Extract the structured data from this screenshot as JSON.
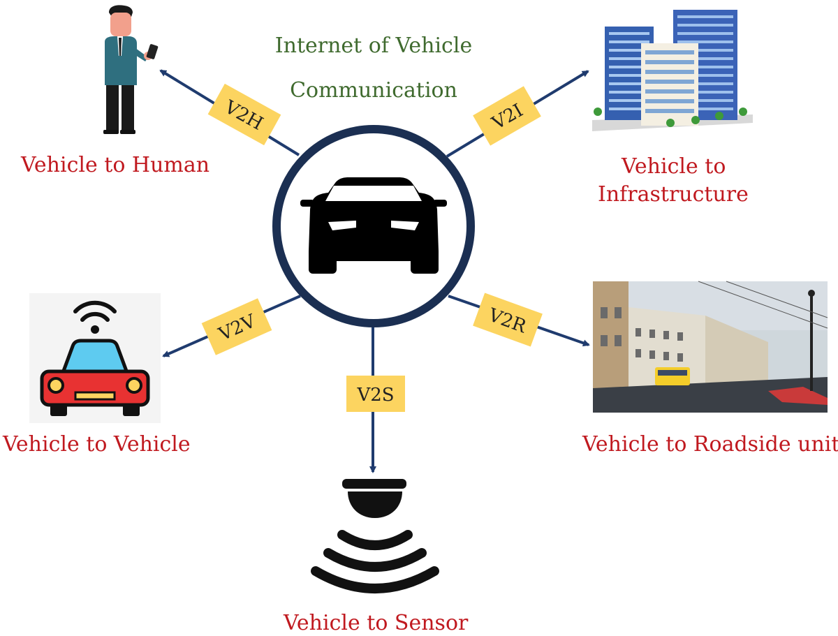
{
  "title": {
    "line1": "Internet of Vehicle",
    "line2": "Communication"
  },
  "links": [
    {
      "id": "v2h",
      "tag": "V2H",
      "caption": "Vehicle to Human",
      "icon": "human-phone-icon"
    },
    {
      "id": "v2i",
      "tag": "V2I",
      "caption_lines": [
        "Vehicle to",
        "Infrastructure"
      ],
      "icon": "buildings-icon"
    },
    {
      "id": "v2v",
      "tag": "V2V",
      "caption": "Vehicle to Vehicle",
      "icon": "connected-car-icon"
    },
    {
      "id": "v2r",
      "tag": "V2R",
      "caption": "Vehicle to Roadside unit",
      "icon": "street-photo-icon"
    },
    {
      "id": "v2s",
      "tag": "V2S",
      "caption": "Vehicle to Sensor",
      "icon": "sensor-icon"
    }
  ],
  "center_icon": "car-front-icon",
  "colors": {
    "arrow": "#1f3b6e",
    "hub_ring": "#1b2f52",
    "tag_fill": "#fcd460",
    "caption": "#c0191f",
    "title": "#3f6a2e"
  }
}
